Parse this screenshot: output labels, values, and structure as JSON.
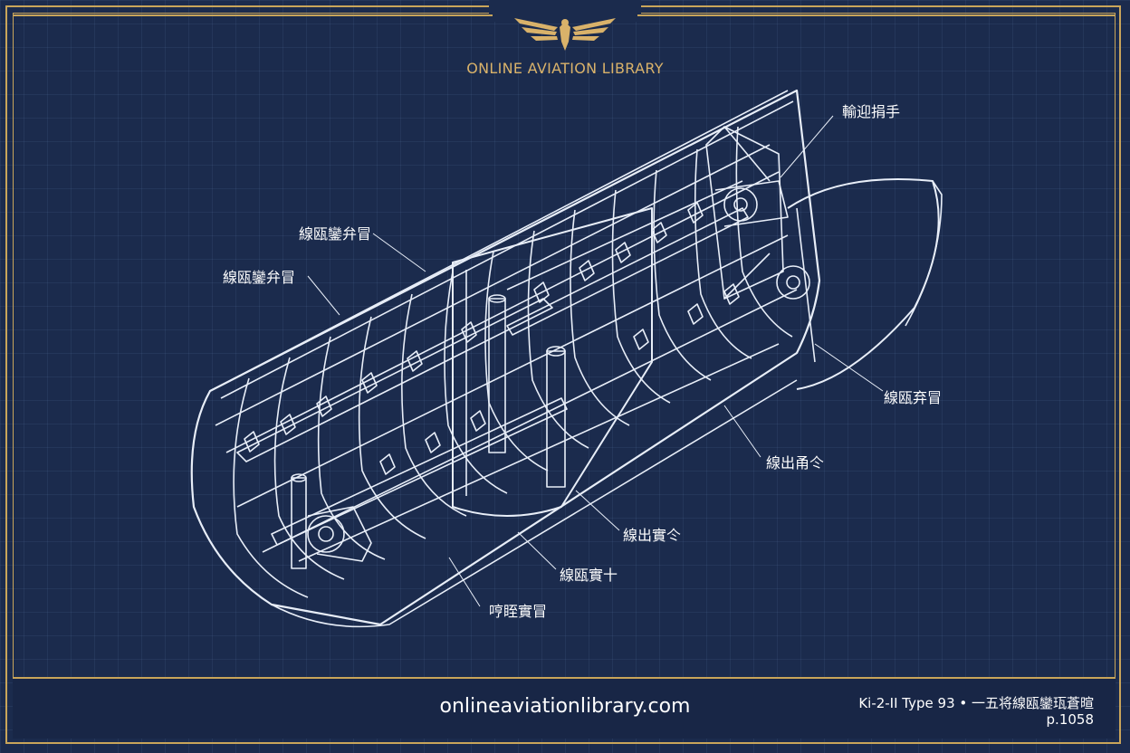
{
  "header": {
    "brand": "ONLINE AVIATION LIBRARY"
  },
  "labels": [
    {
      "id": "top-right",
      "text": "輸迎捐手"
    },
    {
      "id": "left-upper",
      "text": "線瓯鑾弁冒"
    },
    {
      "id": "left-lower",
      "text": "線瓯鑾弁冒"
    },
    {
      "id": "right-mid",
      "text": "線瓯弃冒"
    },
    {
      "id": "right-lower",
      "text": "線出甬仒"
    },
    {
      "id": "center-lower",
      "text": "線出實仒"
    },
    {
      "id": "bottom-center",
      "text": "線瓯實十"
    },
    {
      "id": "bottom-left",
      "text": "哼眰實冒"
    }
  ],
  "footer": {
    "url": "onlineaviationlibrary.com",
    "ref_line1": "Ki-2-II Type 93 • 一五将線瓯鑾珁蒼暄",
    "ref_line2": "p.1058"
  },
  "colors": {
    "background": "#1b2b4d",
    "gold": "#c9a55a",
    "line": "#e8eef8"
  }
}
